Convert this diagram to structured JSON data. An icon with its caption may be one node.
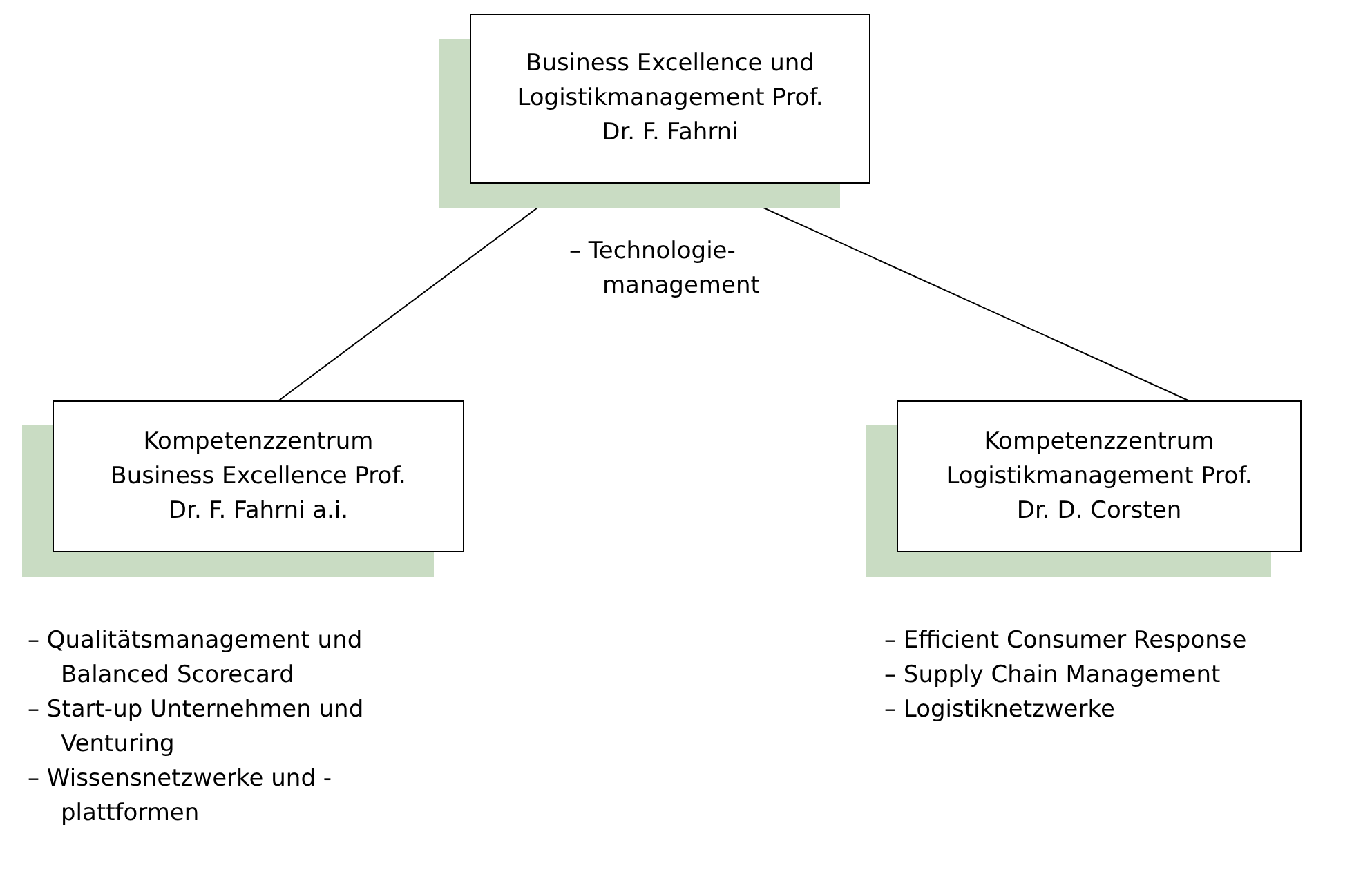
{
  "diagram": {
    "nodes": [
      {
        "text": [
          "Business Excellence und Logistikmanagement Prof. Dr. F. Fahrni"
        ],
        "beside": [
          "– Technologie-management"
        ]
      },
      {
        "text": [
          "Kompetenzzentrum Business Excellence Prof. Dr. F. Fahrni a.i."
        ],
        "beside": [
          "– Qualitätsmanagement und Balanced Scorecard",
          "– Start-up Unternehmen und Venturing",
          "– Wissensnetzwerke und -plattformen"
        ]
      },
      {
        "text": [
          "Kompetenzzentrum Logistikmanagement Prof. Dr. D. Corsten"
        ],
        "beside": [
          "– Efficient Consumer Response",
          "– Supply Chain Management",
          "– Logistiknetzwerke"
        ]
      }
    ],
    "edges": [
      {
        "from": 0,
        "to": 1,
        "arrow": "none"
      },
      {
        "from": 0,
        "to": 2,
        "arrow": "none"
      }
    ]
  }
}
